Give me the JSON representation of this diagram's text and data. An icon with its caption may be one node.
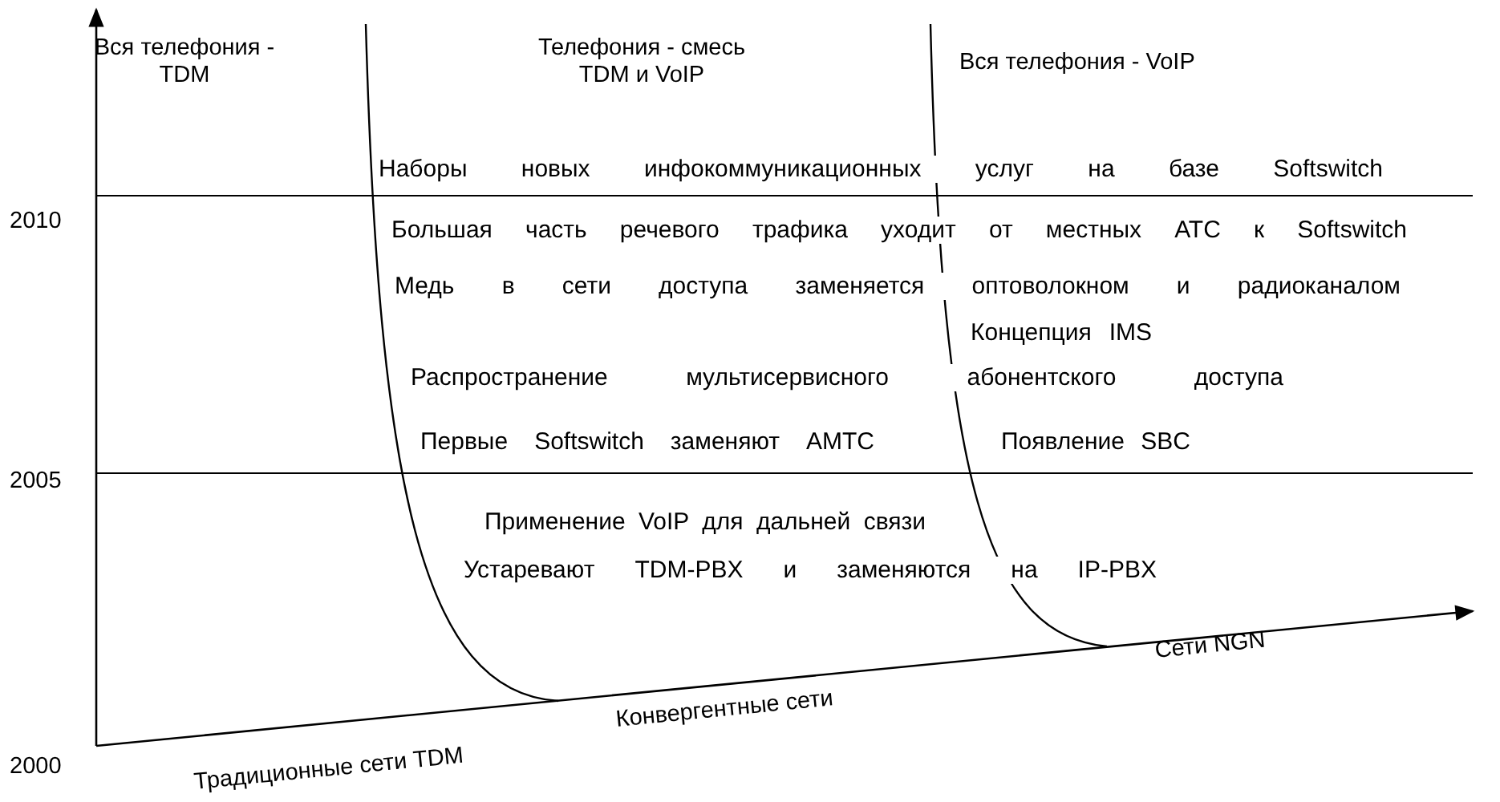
{
  "diagram": {
    "labels": [
      "Вся телефония - TDM",
      "Телефония - смесь TDM и VoIP",
      "Вся телефония - VoIP",
      "Наборы новых инфокоммуникационных услуг на базе Softswitch",
      "2010",
      "Большая часть речевого трафика уходит от местных АТС к Softswitch",
      "Медь в сети доступа заменяется оптоволокном и радиоканалом",
      "Концепция IMS",
      "Распространение мультисервисного абонентского доступа",
      "Первые Softswitch заменяют АМТС",
      "Появление SBC",
      "2005",
      "Применение VoIP для дальней связи",
      "Устаревают TDM-PBX и заменяются на IP-PBX",
      "Сети NGN",
      "2000",
      "Конвергентные сети",
      "Традиционные сети TDM"
    ]
  }
}
